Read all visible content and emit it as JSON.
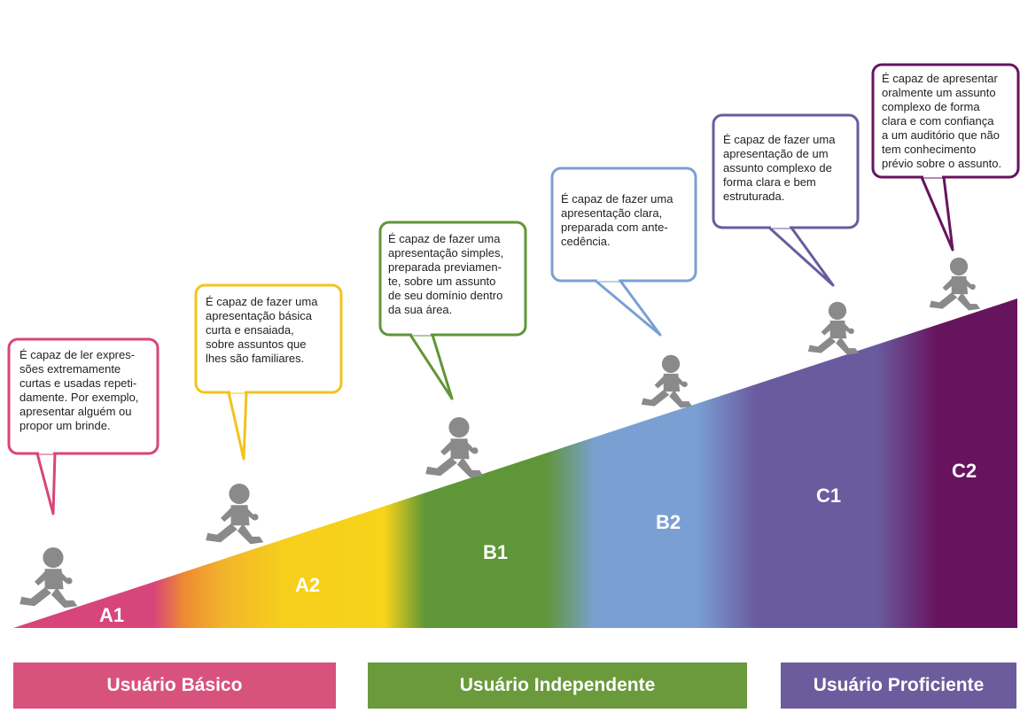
{
  "levels": [
    {
      "code": "A1",
      "color": "#d8457a",
      "text": "É capaz de ler expres-\nsões extremamente\ncurtas e usadas repeti-\ndamente. Por exemplo,\napresentar alguém ou\npropor um brinde."
    },
    {
      "code": "A2",
      "color": "#f3c31d",
      "text": "É capaz de fazer uma\napresentação básica\ncurta e ensaiada,\nsobre assuntos que\nlhes são familiares."
    },
    {
      "code": "B1",
      "color": "#5f9637",
      "text": "É capaz de fazer uma\napresentação simples,\npreparada previamen-\nte, sobre um assunto\nde seu domínio dentro\nda sua área."
    },
    {
      "code": "B2",
      "color": "#7aa0d3",
      "text": "É capaz de fazer uma\napresentação clara,\npreparada com ante-\ncedência."
    },
    {
      "code": "C1",
      "color": "#6a5b9f",
      "text": "É capaz de fazer uma\napresentação de um\nassunto complexo de\nforma clara e bem\nestruturada."
    },
    {
      "code": "C2",
      "color": "#67145e",
      "text": "É capaz de apresentar\noralmente um assunto\ncomplexo de forma\nclara e com confiança\na um auditório que não\ntem conhecimento\nprévio sobre o assunto."
    }
  ],
  "groups": [
    {
      "label": "Usuário Básico",
      "color": "#d8527e"
    },
    {
      "label": "Usuário Independente",
      "color": "#6a9a3c"
    },
    {
      "label": "Usuário Proficiente",
      "color": "#6c5c9e"
    }
  ],
  "colors": {
    "pink": "#d8457a",
    "orange": "#ef8a30",
    "yellow": "#f6d11c",
    "green": "#5f9637",
    "blue": "#7aa0d3",
    "purple": "#6a5b9f",
    "plum": "#67145e",
    "runner": "#8a8a8a"
  },
  "icons": {
    "runner": "running-child-icon"
  }
}
